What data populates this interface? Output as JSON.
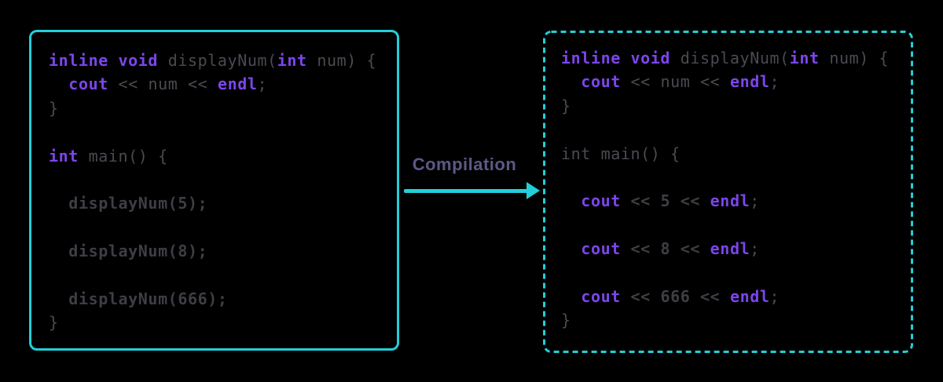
{
  "diagram": {
    "background": "#000000",
    "arrow_label": "Compilation"
  },
  "colors": {
    "cyan": "#22CFD8",
    "keyword": "#7C45EC",
    "code_gray": "#4A4A52",
    "code_gray_bold": "#3E3E45",
    "label": "#5C5887"
  },
  "left_box": {
    "border_style": "solid",
    "lines": [
      [
        {
          "t": "inline void",
          "c": "kw"
        },
        {
          "t": " displayNum(",
          "c": "p"
        },
        {
          "t": "int",
          "c": "kw"
        },
        {
          "t": " num) {",
          "c": "p"
        }
      ],
      [
        {
          "t": "  ",
          "c": "p"
        },
        {
          "t": "cout",
          "c": "kw"
        },
        {
          "t": " << num << ",
          "c": "p"
        },
        {
          "t": "endl",
          "c": "kw"
        },
        {
          "t": ";",
          "c": "p"
        }
      ],
      [
        {
          "t": "}",
          "c": "p"
        }
      ],
      [],
      [
        {
          "t": "int",
          "c": "kw"
        },
        {
          "t": " main() {",
          "c": "p"
        }
      ],
      [],
      [
        {
          "t": "  ",
          "c": "p"
        },
        {
          "t": "displayNum(5);",
          "c": "pb"
        }
      ],
      [],
      [
        {
          "t": "  ",
          "c": "p"
        },
        {
          "t": "displayNum(8);",
          "c": "pb"
        }
      ],
      [],
      [
        {
          "t": "  ",
          "c": "p"
        },
        {
          "t": "displayNum(666);",
          "c": "pb"
        }
      ],
      [
        {
          "t": "}",
          "c": "p"
        }
      ]
    ]
  },
  "right_box": {
    "border_style": "dashed",
    "lines": [
      [
        {
          "t": "inline void",
          "c": "kw"
        },
        {
          "t": " displayNum(",
          "c": "p"
        },
        {
          "t": "int",
          "c": "kw"
        },
        {
          "t": " num) {",
          "c": "p"
        }
      ],
      [
        {
          "t": "  ",
          "c": "p"
        },
        {
          "t": "cout",
          "c": "kw"
        },
        {
          "t": " << num << ",
          "c": "p"
        },
        {
          "t": "endl",
          "c": "kw"
        },
        {
          "t": ";",
          "c": "p"
        }
      ],
      [
        {
          "t": "}",
          "c": "p"
        }
      ],
      [],
      [
        {
          "t": "int main() {",
          "c": "p"
        }
      ],
      [],
      [
        {
          "t": "  ",
          "c": "p"
        },
        {
          "t": "cout",
          "c": "kw"
        },
        {
          "t": " << 5 << ",
          "c": "pb"
        },
        {
          "t": "endl",
          "c": "kw"
        },
        {
          "t": ";",
          "c": "p"
        }
      ],
      [],
      [
        {
          "t": "  ",
          "c": "p"
        },
        {
          "t": "cout",
          "c": "kw"
        },
        {
          "t": " << 8 << ",
          "c": "pb"
        },
        {
          "t": "endl",
          "c": "kw"
        },
        {
          "t": ";",
          "c": "p"
        }
      ],
      [],
      [
        {
          "t": "  ",
          "c": "p"
        },
        {
          "t": "cout",
          "c": "kw"
        },
        {
          "t": " << 666 << ",
          "c": "pb"
        },
        {
          "t": "endl",
          "c": "kw"
        },
        {
          "t": ";",
          "c": "p"
        }
      ],
      [
        {
          "t": "}",
          "c": "p"
        }
      ]
    ]
  }
}
